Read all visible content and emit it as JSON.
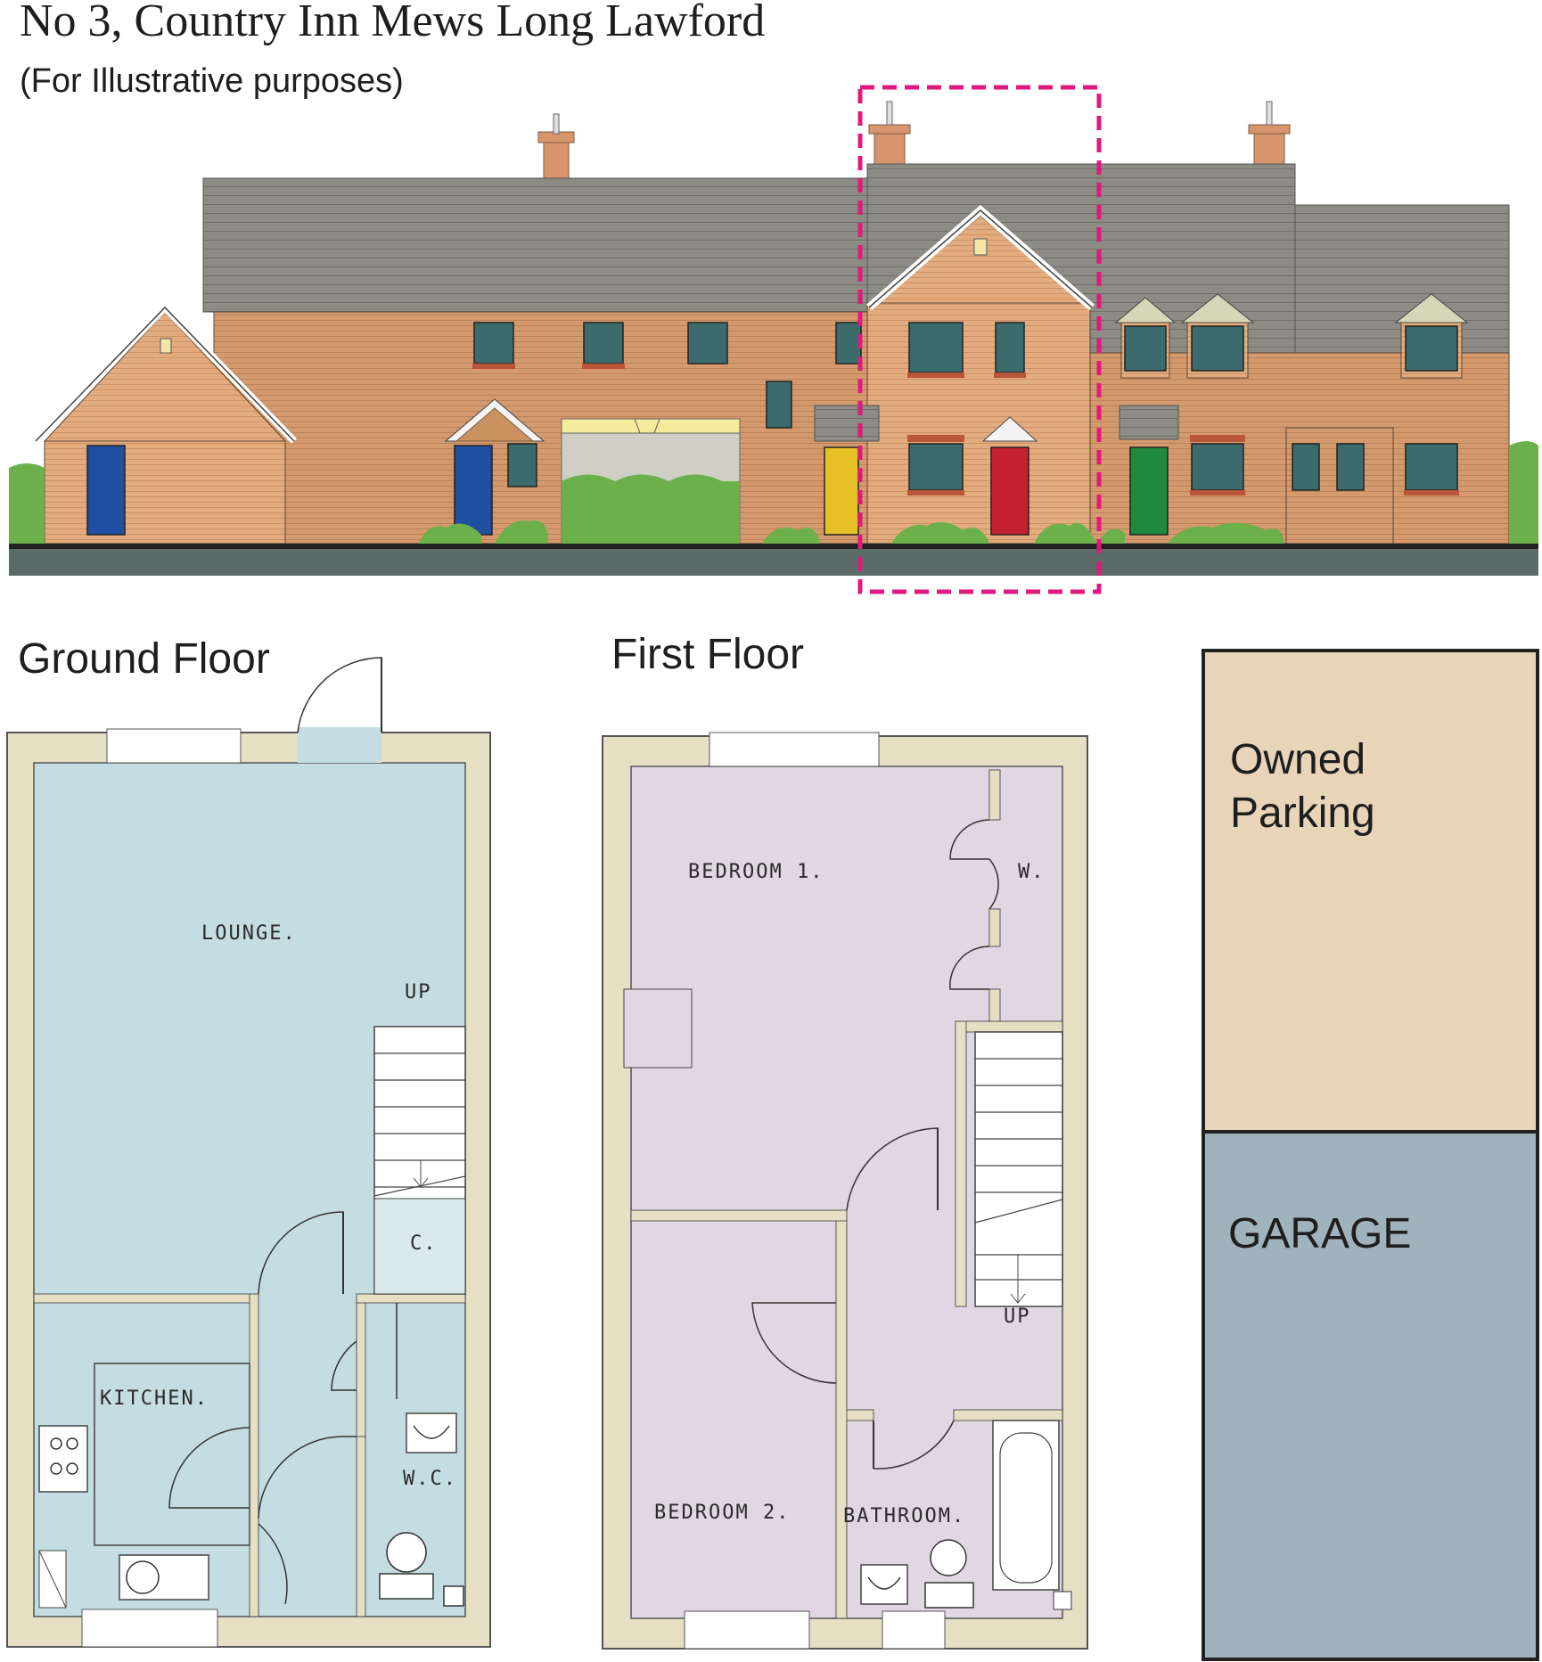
{
  "header": {
    "title": "No 3, Country Inn Mews Long Lawford",
    "subtitle": "(For Illustrative purposes)"
  },
  "plans": {
    "ground_floor": {
      "heading": "Ground Floor",
      "rooms": {
        "lounge": "LOUNGE.",
        "kitchen": "KITCHEN.",
        "wc": "W.C.",
        "cupboard": "C.",
        "up": "UP"
      }
    },
    "first_floor": {
      "heading": "First Floor",
      "rooms": {
        "bedroom1": "BEDROOM 1.",
        "wardrobe": "W.",
        "bedroom2": "BEDROOM 2.",
        "bathroom": "BATHROOM.",
        "up": "UP"
      }
    }
  },
  "site": {
    "parking_line1": "Owned",
    "parking_line2": "Parking",
    "garage": "GARAGE"
  },
  "colors": {
    "ground_floor_fill": "#c4dde2",
    "first_floor_fill": "#e0d7e2",
    "wall_fill": "#e6dfc4",
    "parking_fill": "#e8d5b9",
    "garage_fill": "#a0b3bd",
    "roof": "#8a8a82",
    "brick": "#d8a277",
    "highlight": "#e0197d",
    "doors": [
      "#1f4fa0",
      "#1f4fa0",
      "#e5c026",
      "#c42030",
      "#1f8a3e"
    ]
  }
}
